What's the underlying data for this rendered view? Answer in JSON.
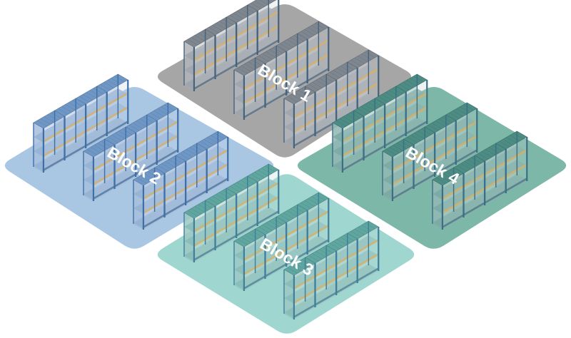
{
  "blocks": [
    {
      "id": "block-1",
      "label": "Block 1",
      "platform_color": "#a6a6a6",
      "rack_color": "#7e8690",
      "upright_color": "#46637e"
    },
    {
      "id": "block-2",
      "label": "Block 2",
      "platform_color": "#a9c7e3",
      "rack_color": "#6f97c6",
      "upright_color": "#3f6fa6"
    },
    {
      "id": "block-3",
      "label": "Block 3",
      "platform_color": "#9fd6cf",
      "rack_color": "#5fa6a0",
      "upright_color": "#3f7f9c"
    },
    {
      "id": "block-4",
      "label": "Block 4",
      "platform_color": "#7db7a8",
      "rack_color": "#4d8c84",
      "upright_color": "#3b6f86"
    }
  ],
  "colors": {
    "background": "#ffffff",
    "shelf_accent": "#d7a64a",
    "label_text": "#ffffff"
  }
}
